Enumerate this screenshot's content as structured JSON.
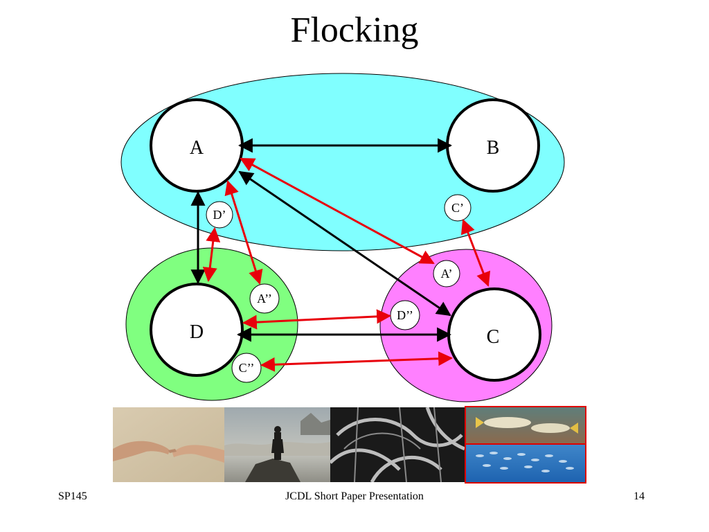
{
  "slide": {
    "title": "Flocking"
  },
  "diagram": {
    "nodes": {
      "A": "A",
      "B": "B",
      "C": "C",
      "D": "D"
    },
    "replicas": {
      "d_prime": "D’",
      "c_prime": "C’",
      "a_prime": "A’",
      "a_double": "A’’",
      "d_double": "D’’",
      "c_double": "C’’"
    },
    "colors": {
      "group_ab": "#80FFFF",
      "group_d": "#80FF80",
      "group_c": "#FF80FF",
      "black_arrow": "#000000",
      "red_arrow": "#E8000B",
      "highlight_border": "#E00000"
    }
  },
  "images": [
    {
      "name": "creation-of-adam-hands"
    },
    {
      "name": "wanderer-above-sea-of-fog"
    },
    {
      "name": "spiral-ramps-bw"
    },
    {
      "name": "fish-and-fish-school"
    }
  ],
  "footer": {
    "left": "SP145",
    "center": "JCDL Short Paper Presentation",
    "right": "14"
  }
}
